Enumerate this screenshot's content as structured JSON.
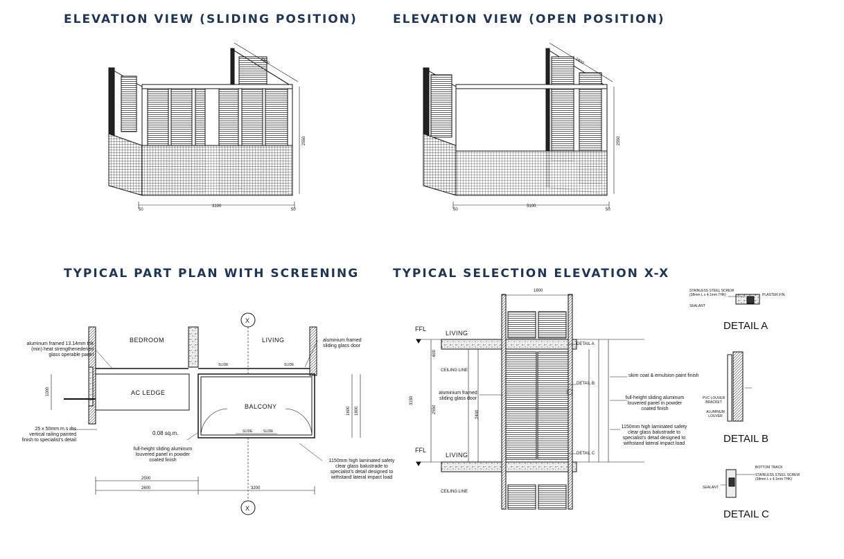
{
  "titles": {
    "elev_sliding": "ELEVATION VIEW (SLIDING POSITION)",
    "elev_open": "ELEVATION VIEW (OPEN POSITION)",
    "plan": "TYPICAL PART PLAN WITH SCREENING",
    "section": "TYPICAL SELECTION ELEVATION X-X"
  },
  "elevation": {
    "dim_width": "3100",
    "dim_left": "50",
    "dim_right": "50",
    "dim_height": "2550",
    "dim_side": "1800"
  },
  "plan": {
    "room_bedroom": "BEDROOM",
    "room_living": "LIVING",
    "room_ac": "AC LEDGE",
    "room_balcony": "BALCONY",
    "section_marker": "X",
    "area": "0.08 sq.m.",
    "note_glass_panel": "aluminum framed 13.14mm thk\n(min) heat strengthenedened\nglass operable panel",
    "note_railing": "25 x 50mm m.s rhs\nvertical railing painted\nfinish to specialist's detail",
    "note_louver": "full-height sliding aluminum\nlouvered panel in powder\ncoated finish",
    "note_door": "aluminium framed\nsliding glass door",
    "note_balustrade": "1150mm high laminated safety\nclear glass balustrade to\nspecialist's detail designed to\nwithstand lateral impact load",
    "dim_2500": "2500",
    "dim_2600": "2600",
    "dim_3200": "3200",
    "dim_1000": "1000",
    "dim_1600": "1600",
    "dim_1800": "1800",
    "slide": "SLIDE"
  },
  "section": {
    "ffl": "FFL",
    "living": "LIVING",
    "ceiling_line": "CEILING LINE",
    "dim_top": "1800",
    "dim_3150": "3150",
    "dim_2550": "2550",
    "dim_2400": "2400",
    "dim_600": "600",
    "detail_a": "DETAIL A",
    "detail_b": "DETAIL B",
    "detail_c": "DETAIL C",
    "note_door": "aluminium framed\nsliding glass door",
    "note_skim": "skim coat & emulsion paint finish",
    "note_louver": "full-height sliding aluminum\nlouvered panel in powder\ncoated finish",
    "note_balustrade": "1150mm high laminated safety\nclear glass balustrade to\nspecialist's detail designed to\nwithstand lateral impact load"
  },
  "details": {
    "a_title": "DETAIL A",
    "b_title": "DETAIL B",
    "c_title": "DETAIL C",
    "a_screw": "STAINLESS STEEL SCREW\n(38mm L x 4.1mm THK)",
    "a_plaster": "PLASTER FIN.",
    "a_sealant": "SEALANT",
    "b_bracket": "PVC LOUVER\nBRACKET",
    "b_louver": "ALUMINUM\nLOUVER",
    "c_track": "BOTTOM TRACK",
    "c_screw": "STAINLESS STEEL SCREW\n(38mm L x 4.1mm THK)",
    "c_sealant": "SEALANT"
  }
}
